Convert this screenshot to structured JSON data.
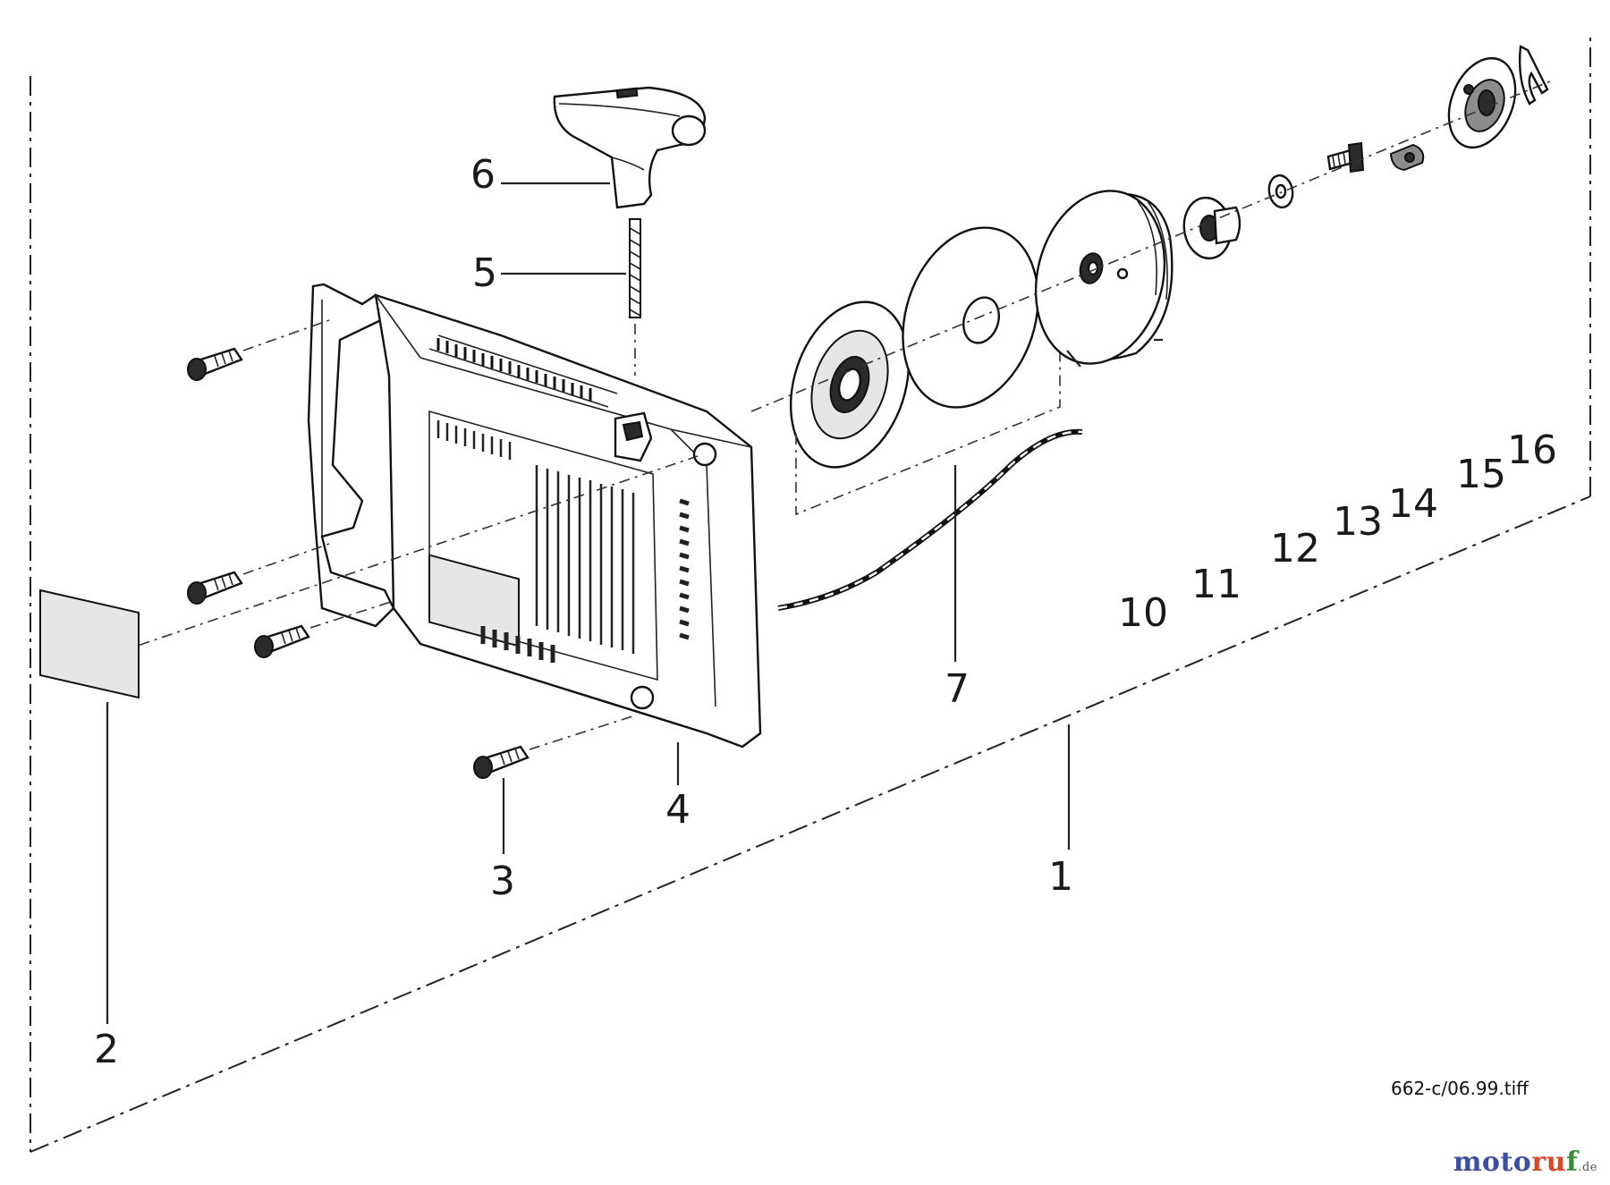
{
  "labels": {
    "p1": "1",
    "p2": "2",
    "p3": "3",
    "p4": "4",
    "p5": "5",
    "p6": "6",
    "p7": "7",
    "p10": "10",
    "p11": "11",
    "p12": "12",
    "p13": "13",
    "p14": "14",
    "p15": "15",
    "p16": "16"
  },
  "file_ref": "662-c/06.99.tiff",
  "watermark": {
    "brand_a": "moto",
    "brand_b": "ru",
    "brand_c": "f",
    "tld": ".de"
  }
}
